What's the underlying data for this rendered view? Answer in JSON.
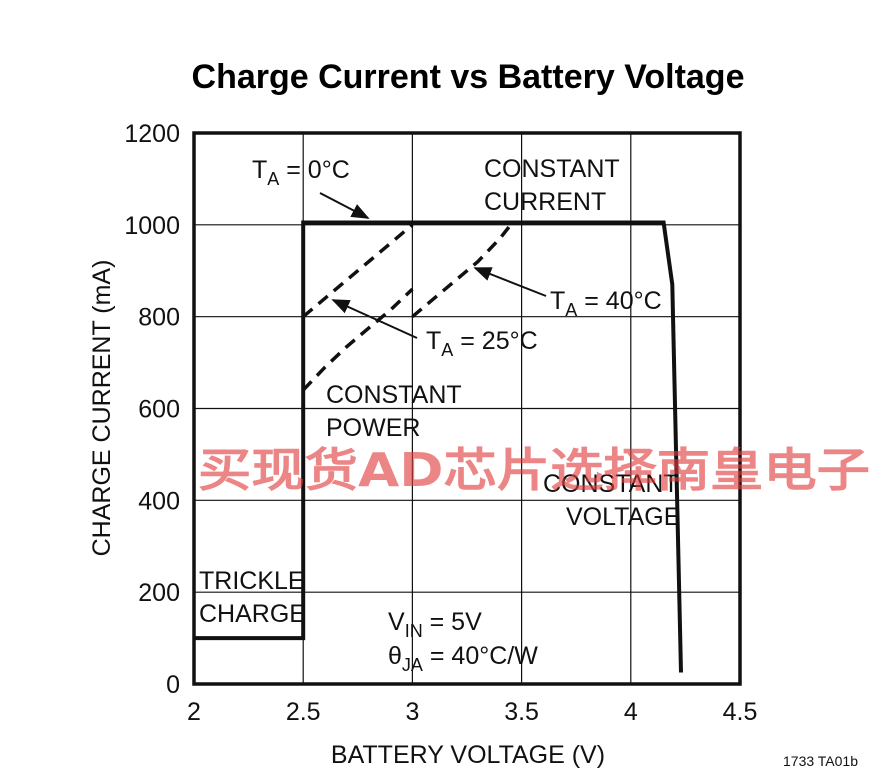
{
  "chart_data": {
    "type": "line",
    "title": "Charge Current vs Battery Voltage",
    "xlabel": "BATTERY VOLTAGE (V)",
    "ylabel": "CHARGE CURRENT (mA)",
    "xlim": [
      2,
      4.5
    ],
    "ylim": [
      0,
      1200
    ],
    "x_ticks": [
      "2",
      "2.5",
      "3",
      "3.5",
      "4",
      "4.5"
    ],
    "y_ticks": [
      "0",
      "200",
      "400",
      "600",
      "800",
      "1000",
      "1200"
    ],
    "grid": true,
    "series": [
      {
        "style": "solid",
        "x": [
          2,
          2.5,
          2.5,
          2.5,
          4.15,
          4.19,
          4.23
        ],
        "y": [
          100,
          100,
          1005,
          1005,
          1005,
          870,
          25
        ]
      },
      {
        "name": "TA = 25°C",
        "style": "dashed",
        "x": [
          2.5,
          2.6,
          2.7,
          2.8,
          2.9,
          3.0
        ],
        "y": [
          640,
          690,
          735,
          775,
          815,
          860
        ]
      },
      {
        "name": "TA = 0°C",
        "style": "dashed",
        "x": [
          2.5,
          2.6,
          2.7,
          2.8,
          2.9,
          3.0
        ],
        "y": [
          800,
          840,
          880,
          920,
          960,
          1000
        ]
      },
      {
        "name": "TA = 40°C",
        "style": "dashed",
        "x": [
          3.0,
          3.1,
          3.2,
          3.3,
          3.4,
          3.45
        ],
        "y": [
          800,
          840,
          880,
          920,
          970,
          1000
        ]
      }
    ],
    "annotations": {
      "ta0": {
        "prefix": "T",
        "sub": "A",
        "suffix": " = 0°C"
      },
      "ta25": {
        "prefix": "T",
        "sub": "A",
        "suffix": " = 25°C"
      },
      "ta40": {
        "prefix": "T",
        "sub": "A",
        "suffix": " = 40°C"
      },
      "constant_current": [
        "CONSTANT",
        "CURRENT"
      ],
      "constant_power": [
        "CONSTANT",
        "POWER"
      ],
      "constant_voltage": [
        "CONSTANT",
        "VOLTAGE"
      ],
      "trickle_charge": [
        "TRICKLE",
        "CHARGE"
      ],
      "vin": {
        "prefix": "V",
        "sub": "IN",
        "suffix": " = 5V"
      },
      "theta": {
        "prefix": "θ",
        "sub": "JA",
        "suffix": " = 40°C/W"
      }
    },
    "figure_id": "1733 TA01b"
  },
  "watermark": {
    "text": "买现货AD芯片选择南皇电子",
    "color": "#e23b3b"
  }
}
